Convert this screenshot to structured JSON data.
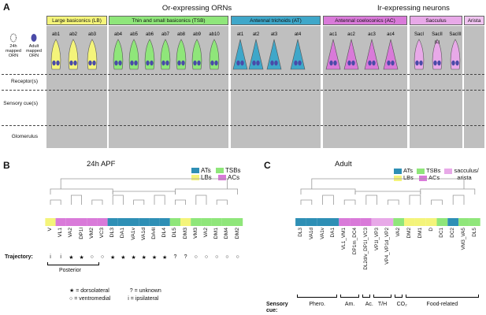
{
  "panelA": {
    "letter": "A",
    "header_left": "Or-expressing ORNs",
    "header_right": "Ir-expressing neurons",
    "left_labels": [
      "24h",
      "mapped",
      "ORN"
    ],
    "right_labels": [
      "Adult",
      "mapped",
      "ORN"
    ],
    "row_labels": {
      "receptor": "Receptor(s)",
      "cue": "Sensory cue(s)",
      "glom": "Glomerulus"
    },
    "categories": [
      {
        "label": "Large basiconics (LB)",
        "color": "#f4f47a"
      },
      {
        "label": "Thin and small basiconics (TSB)",
        "color": "#8fe67a"
      },
      {
        "label": "Antennal trichoids (AT)",
        "color": "#3fa7c9"
      },
      {
        "label": "Antennal coeloconics (AC)",
        "color": "#d97ad9"
      },
      {
        "label": "Sacculus",
        "color": "#e8a9e8"
      },
      {
        "label": "Arista",
        "color": "#f1c4f1"
      }
    ],
    "sensilla": [
      "ab1",
      "ab2",
      "ab3",
      "ab4",
      "ab5",
      "ab6",
      "ab7",
      "ab8",
      "ab9",
      "ab10",
      "at1",
      "at2",
      "at3",
      "at4",
      "ac1",
      "ac2",
      "ac3",
      "ac4",
      "SacI",
      "SacII",
      "SacIII"
    ],
    "sacII_marker": "(L)"
  },
  "panelB": {
    "letter": "B",
    "title": "24h APF",
    "legend": [
      {
        "label": "ATs",
        "color": "#2e8fb5"
      },
      {
        "label": "TSBs",
        "color": "#8fe67a"
      },
      {
        "label": "LBs",
        "color": "#f4f47a"
      },
      {
        "label": "ACs",
        "color": "#d97ad9"
      }
    ],
    "leaves": [
      "V",
      "VL1",
      "VA2",
      "DP1l",
      "VM2",
      "VC3",
      "DL3",
      "DA1",
      "VA1v",
      "VA1d",
      "DA4l",
      "DL4",
      "DL5",
      "DM3",
      "VM3",
      "VA2",
      "DM1",
      "DM4",
      "DM2"
    ],
    "trajectory_label": "Trajectory:",
    "trajectory": [
      "i",
      "i",
      "★",
      "★",
      "○",
      "○",
      "★",
      "★",
      "★",
      "★",
      "★",
      "★",
      "?",
      "?",
      "○",
      "○",
      "○",
      "○",
      "○"
    ],
    "group_label": "Posterior",
    "key": [
      {
        "symbol": "★",
        "text": "= dorsolateral"
      },
      {
        "symbol": "?",
        "text": "= unknown"
      },
      {
        "symbol": "○",
        "text": "= ventromedial"
      },
      {
        "symbol": "i",
        "text": "= ipsilateral"
      }
    ]
  },
  "panelC": {
    "letter": "C",
    "title": "Adult",
    "legend": [
      {
        "label": "ATs",
        "color": "#2e8fb5"
      },
      {
        "label": "TSBs",
        "color": "#8fe67a"
      },
      {
        "label": "sacculus/",
        "color": "#d97ad9"
      },
      {
        "label": "arista",
        "color": ""
      },
      {
        "label": "LBs",
        "color": "#f4f47a"
      },
      {
        "label": "ACs",
        "color": "#d97ad9"
      }
    ],
    "leaves": [
      "DL3",
      "VA1d",
      "VA1v",
      "DA1",
      "VL1_VM1",
      "DP1m_DC4",
      "DL2d/v_DP1l_VC3",
      "VP1l_VP3",
      "VP4_VP1d_VP2",
      "VA2",
      "DM2",
      "DM1",
      "D",
      "DC1",
      "DC2",
      "VM3_VA5",
      "DL5"
    ],
    "sensory_cue_label": "Sensory cue:",
    "cue_groups": [
      "Phero.",
      "Am.",
      "Ac.",
      "T/H",
      "CO₂",
      "Food-related"
    ]
  }
}
